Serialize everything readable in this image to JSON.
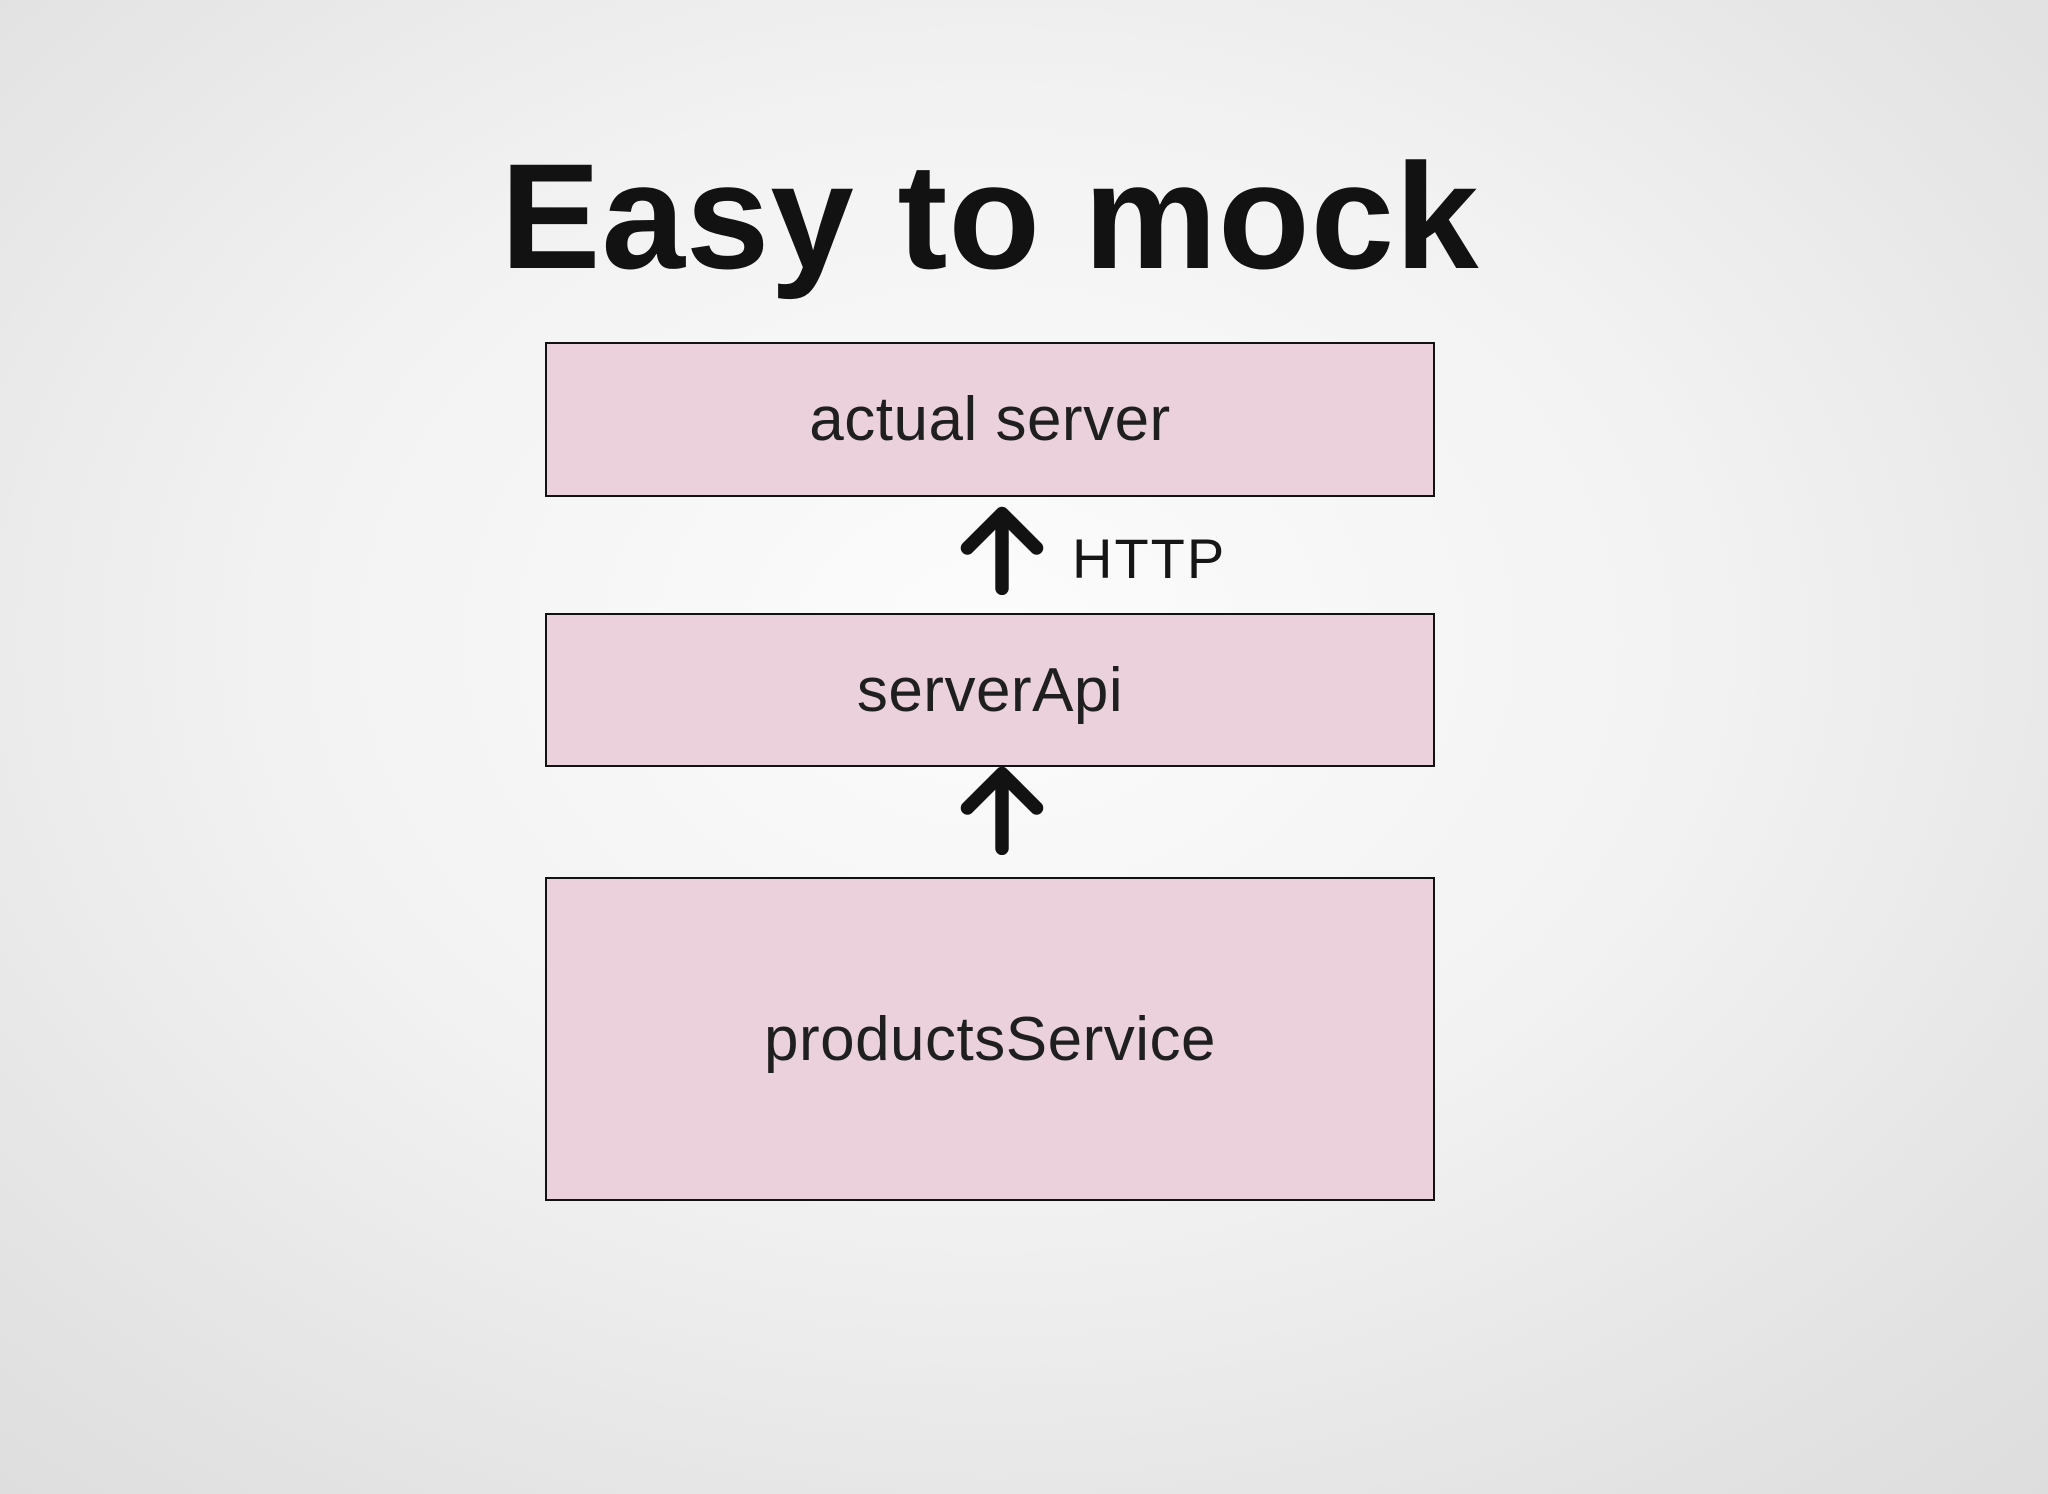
{
  "slide": {
    "title": "Easy to mock",
    "diagram": {
      "nodes": [
        {
          "id": "actual-server",
          "label": "actual server"
        },
        {
          "id": "server-api",
          "label": "serverApi"
        },
        {
          "id": "products-service",
          "label": "productsService"
        }
      ],
      "edges": [
        {
          "from": "serverApi",
          "to": "actual server",
          "label": "HTTP",
          "icon": "arrow-up-icon"
        },
        {
          "from": "productsService",
          "to": "serverApi",
          "label": "",
          "icon": "arrow-up-icon"
        }
      ]
    },
    "colors": {
      "node_fill": "#ead1dc",
      "node_border": "#121212",
      "arrow": "#121212",
      "title_text": "#121212",
      "label_text": "#1f1f1f"
    }
  }
}
